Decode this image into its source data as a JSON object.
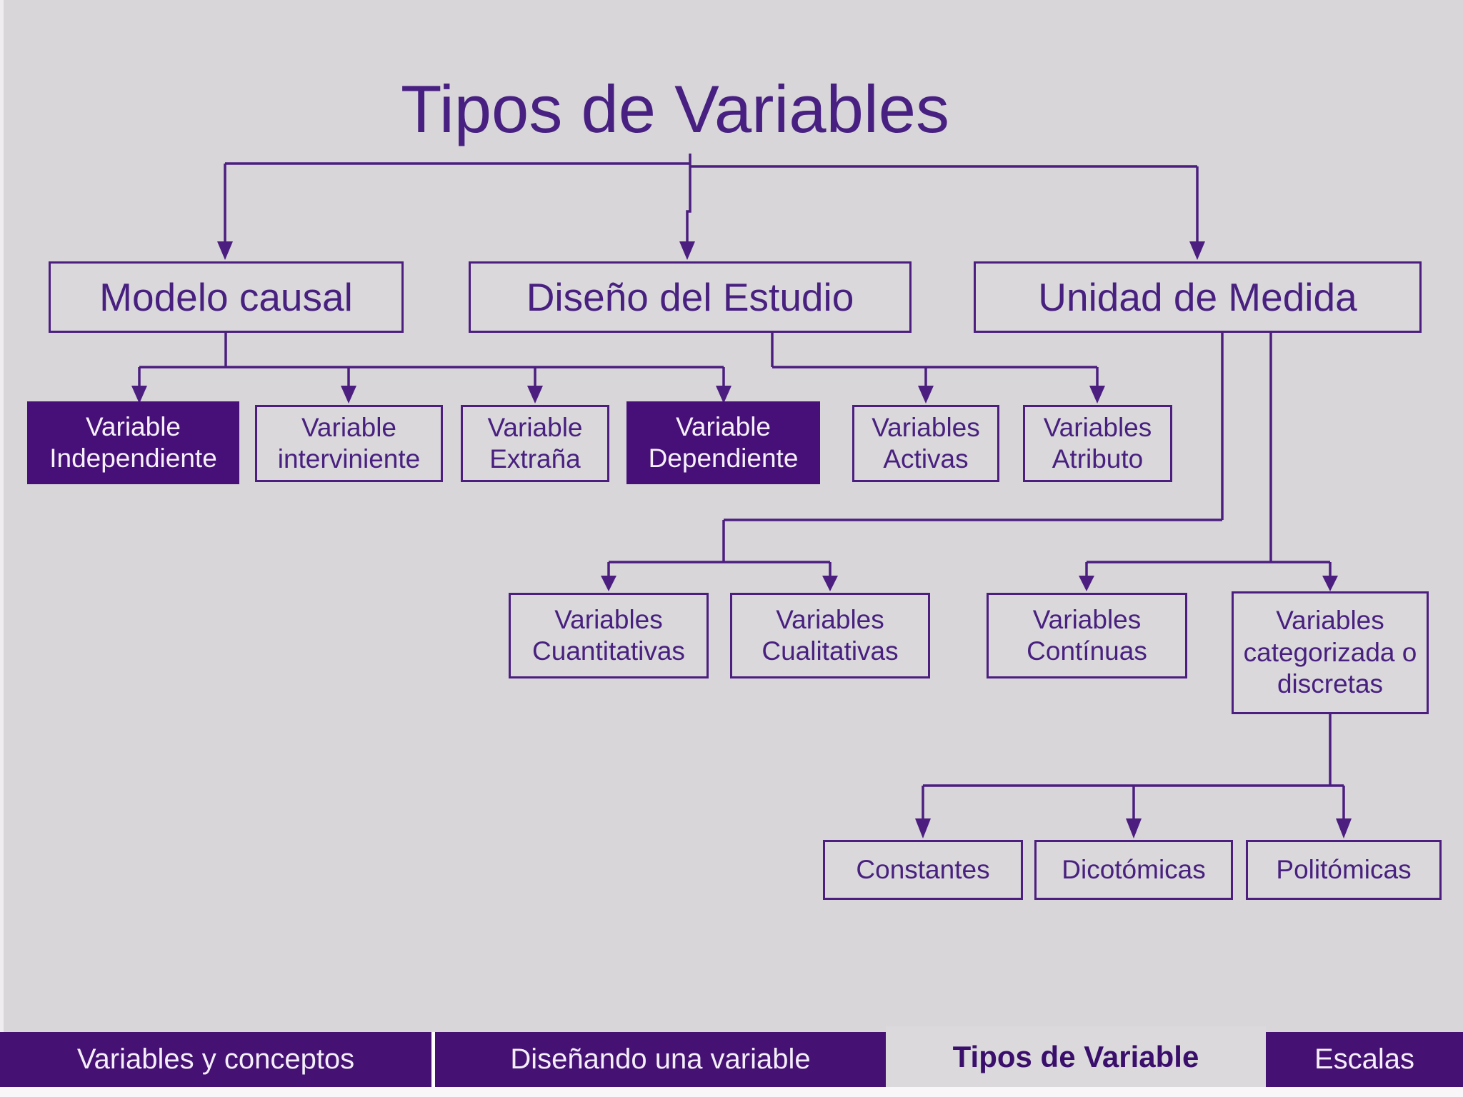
{
  "slide": {
    "title": "Tipos de Variables",
    "colors": {
      "background": "#d8d6d9",
      "line_and_border": "#4b1e80",
      "node_text": "#48207f",
      "filled_node_background": "#471078",
      "filled_node_text": "#f5f0fa",
      "nav_background": "#451173",
      "nav_text": "#f3eef9",
      "active_tab_background": "#dbd9dc",
      "active_tab_text": "#3a0f6b"
    },
    "nodes": [
      {
        "id": "modelo-causal",
        "label": "Modelo causal",
        "variant": "outline",
        "level": 1
      },
      {
        "id": "diseno-del-estudio",
        "label": "Diseño del Estudio",
        "variant": "outline",
        "level": 1
      },
      {
        "id": "unidad-de-medida",
        "label": "Unidad de Medida",
        "variant": "outline",
        "level": 1
      },
      {
        "id": "variable-independiente",
        "label": "Variable Independiente",
        "variant": "filled",
        "level": 2
      },
      {
        "id": "variable-interviniente",
        "label": "Variable interviniente",
        "variant": "outline",
        "level": 2
      },
      {
        "id": "variable-extrana",
        "label": "Variable Extraña",
        "variant": "outline",
        "level": 2
      },
      {
        "id": "variable-dependiente",
        "label": "Variable Dependiente",
        "variant": "filled",
        "level": 2
      },
      {
        "id": "variables-activas",
        "label": "Variables Activas",
        "variant": "outline",
        "level": 2
      },
      {
        "id": "variables-atributo",
        "label": "Variables Atributo",
        "variant": "outline",
        "level": 2
      },
      {
        "id": "variables-cuantitativas",
        "label": "Variables Cuantitativas",
        "variant": "outline",
        "level": 3
      },
      {
        "id": "variables-cualitativas",
        "label": "Variables Cualitativas",
        "variant": "outline",
        "level": 3
      },
      {
        "id": "variables-continuas",
        "label": "Variables Contínuas",
        "variant": "outline",
        "level": 3
      },
      {
        "id": "variables-categorizada",
        "label": "Variables categorizada o discretas",
        "variant": "outline",
        "level": 3
      },
      {
        "id": "constantes",
        "label": "Constantes",
        "variant": "outline",
        "level": 4
      },
      {
        "id": "dicotomicas",
        "label": "Dicotómicas",
        "variant": "outline",
        "level": 4
      },
      {
        "id": "politomicas",
        "label": "Politómicas",
        "variant": "outline",
        "level": 4
      }
    ],
    "nav": {
      "tabs": [
        {
          "id": "variables-y-conceptos",
          "label": "Variables y conceptos",
          "active": false
        },
        {
          "id": "disenando-una-variable",
          "label": "Diseñando una variable",
          "active": false
        },
        {
          "id": "tipos-de-variable",
          "label": "Tipos de Variable",
          "active": true
        },
        {
          "id": "escalas",
          "label": "Escalas",
          "active": false
        }
      ]
    }
  }
}
